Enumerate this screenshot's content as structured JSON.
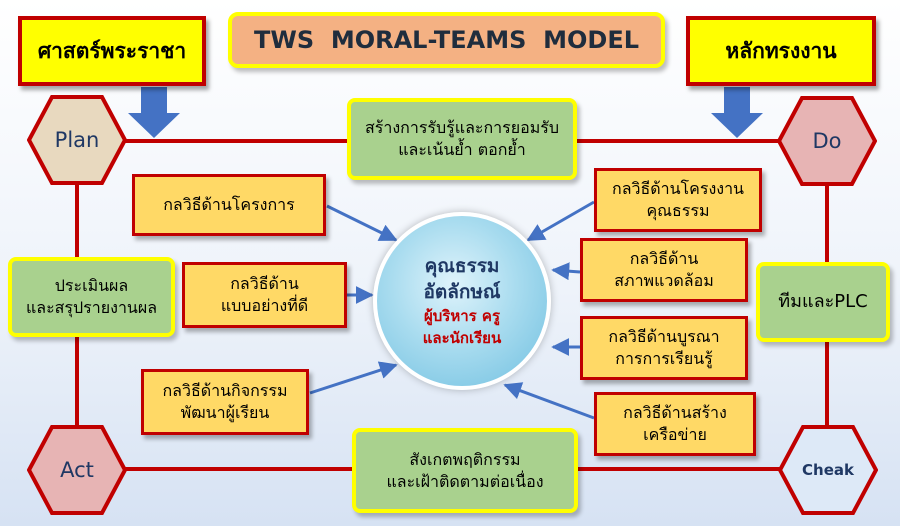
{
  "title": "TWS  MORAL-TEAMS  MODEL",
  "top_left_label": "ศาสตร์พระราชา",
  "top_right_label": "หลักทรงงาน",
  "cycle": {
    "plan": "Plan",
    "do": "Do",
    "act": "Act",
    "check": "Cheak"
  },
  "green_boxes": {
    "top": [
      "สร้างการรับรู้และการยอมรับ",
      "และเน้นย้ำ ตอกย้ำ"
    ],
    "left": [
      "ประเมินผล",
      "และสรุปรายงานผล"
    ],
    "right": [
      "ทีมและPLC"
    ],
    "bottom": [
      "สังเกตพฤติกรรม",
      "และเฝ้าติดตามต่อเนื่อง"
    ]
  },
  "center": {
    "line1": "คุณธรรม",
    "line2": "อัตลักษณ์",
    "line3": "ผู้บริหาร ครู",
    "line4": "และนักเรียน"
  },
  "strategies_left": [
    [
      "กลวิธีด้านโครงการ"
    ],
    [
      "กลวิธีด้าน",
      "แบบอย่างที่ดี"
    ],
    [
      "กลวิธีด้านกิจกรรม",
      "พัฒนาผู้เรียน"
    ]
  ],
  "strategies_right": [
    [
      "กลวิธีด้านโครงงาน",
      "คุณธรรม"
    ],
    [
      "กลวิธีด้าน",
      "สภาพแวดล้อม"
    ],
    [
      "กลวิธีด้านบูรณา",
      "การการเรียนรู้"
    ],
    [
      "กลวิธีด้านสร้าง",
      "เครือข่าย"
    ]
  ],
  "colors": {
    "accent_red": "#c00000",
    "yellow": "#ffff00",
    "green": "#a9d18e",
    "orange": "#ffd966",
    "arrow_blue": "#4472c4"
  }
}
